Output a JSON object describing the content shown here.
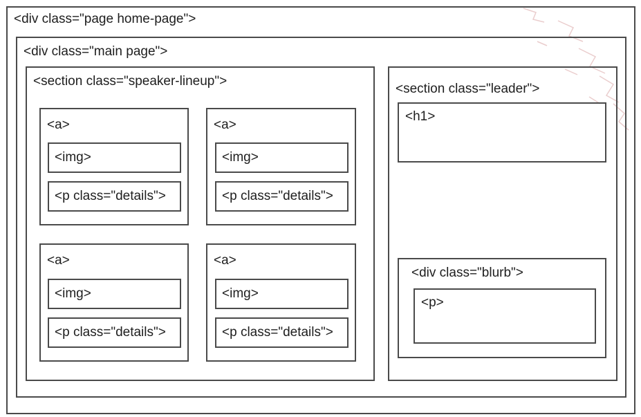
{
  "diagram": {
    "page": {
      "label": "<div class=\"page home-page\">"
    },
    "main": {
      "label": "<div class=\"main page\">"
    },
    "speaker_lineup": {
      "label": "<section class=\"speaker-lineup\">",
      "cards": [
        {
          "label": "<a>",
          "img": "<img>",
          "details": "<p class=\"details\">"
        },
        {
          "label": "<a>",
          "img": "<img>",
          "details": "<p class=\"details\">"
        },
        {
          "label": "<a>",
          "img": "<img>",
          "details": "<p class=\"details\">"
        },
        {
          "label": "<a>",
          "img": "<img>",
          "details": "<p class=\"details\">"
        }
      ]
    },
    "leader": {
      "label": "<section class=\"leader\">",
      "h1": "<h1>",
      "blurb": {
        "label": "<div class=\"blurb\">",
        "p": "<p>"
      }
    }
  }
}
